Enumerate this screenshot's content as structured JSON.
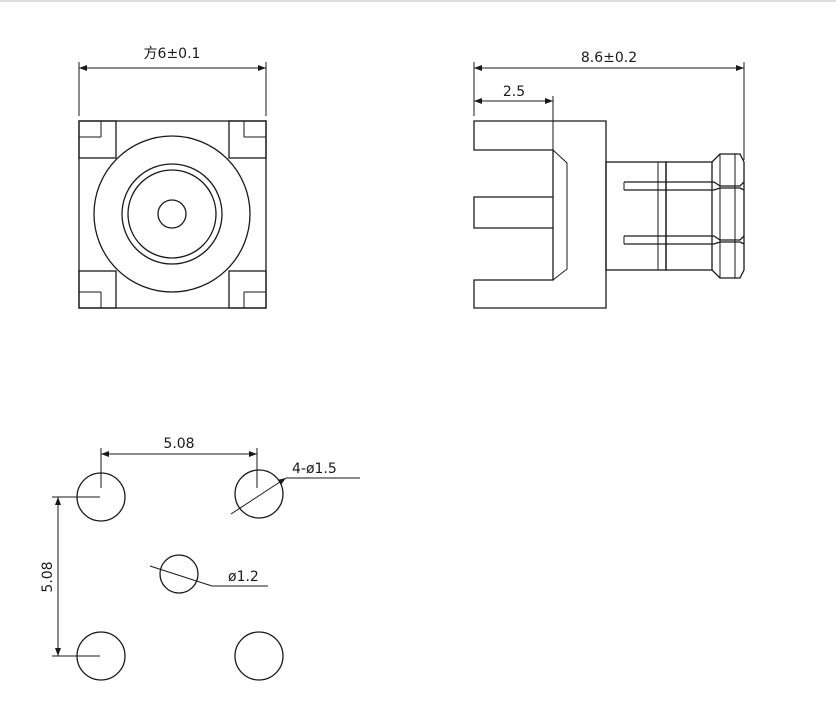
{
  "front_view": {
    "width_label": "方6±0.1"
  },
  "side_view": {
    "length_label": "8.6±0.2",
    "offset_label": "2.5"
  },
  "footprint": {
    "pitch_x_label": "5.08",
    "pitch_y_label": "5.08",
    "outer_hole_label": "4-ø1.5",
    "center_hole_label": "ø1.2"
  },
  "colors": {
    "line": "#1a1a1a",
    "background": "#ffffff",
    "top_border": "#dddddd"
  }
}
